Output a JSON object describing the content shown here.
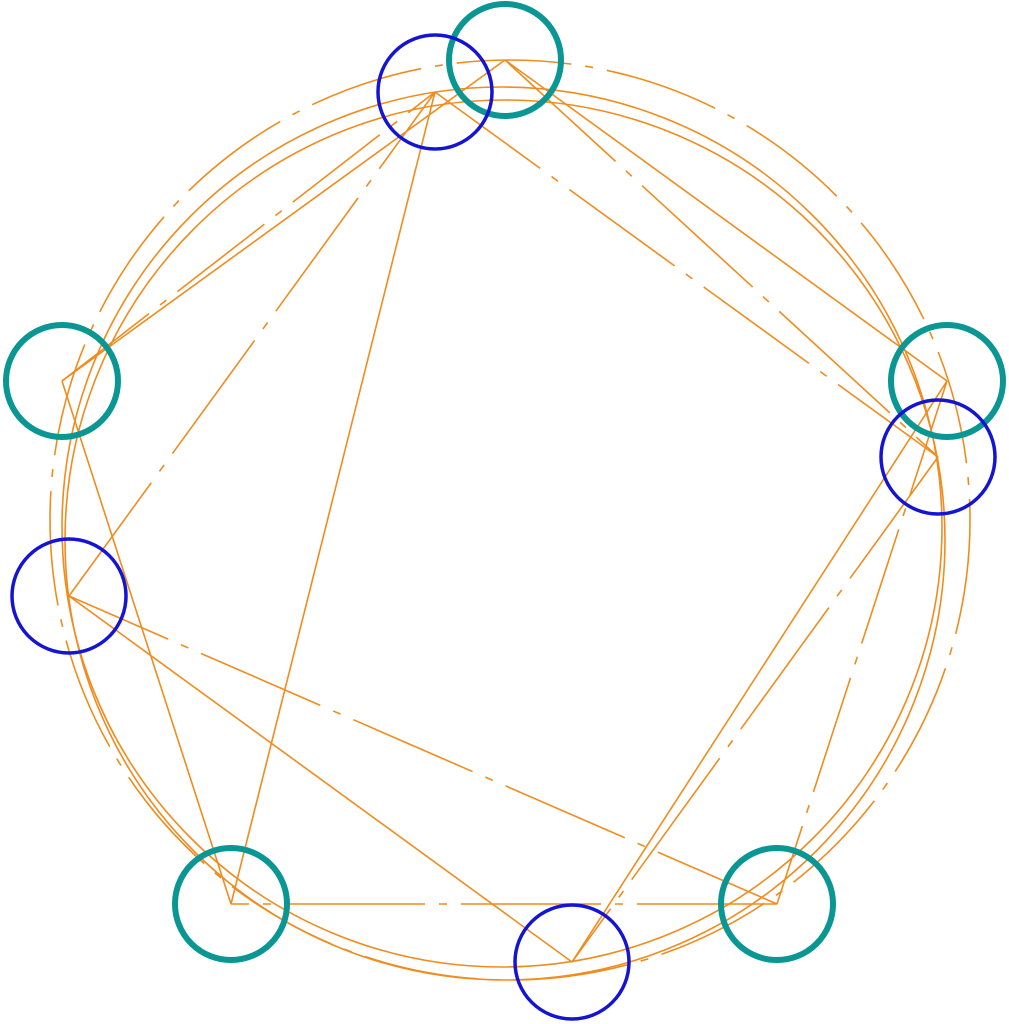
{
  "diagram": {
    "type": "geometric-construction",
    "shape": "pentagon",
    "polygon_vertex_count": 5,
    "colors": {
      "background": "#ffffff",
      "construction_lines": "#f08c1e",
      "outer_pentagon_markers": "#0a9693",
      "inner_pentagon_markers": "#1414d2"
    },
    "line_styles": {
      "solid": "solid",
      "dash_dot": "dash-dot"
    }
  }
}
